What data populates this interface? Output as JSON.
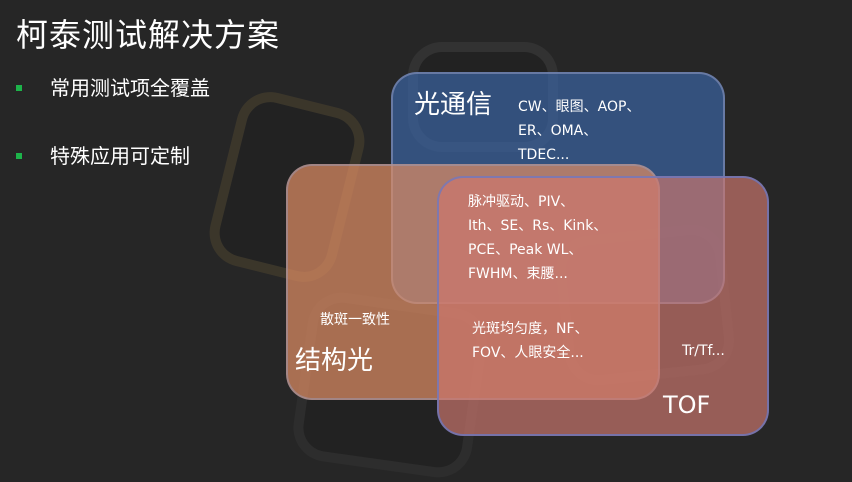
{
  "title": "柯泰测试解决方案",
  "bullets": [
    {
      "text": "常用测试项全覆盖"
    },
    {
      "text": "特殊应用可定制"
    }
  ],
  "panels": {
    "optical_comm": {
      "label": "光通信",
      "items": "CW、眼图、AOP、\nER、OMA、\nTDEC..."
    },
    "overlap_center": {
      "items": "脉冲驱动、PIV、\nIth、SE、Rs、Kink、\nPCE、Peak WL、\nFWHM、束腰..."
    },
    "structured_light": {
      "label": "结构光",
      "items": "散斑一致性"
    },
    "overlap_struct_tof": {
      "items": "光斑均匀度，NF、\nFOV、人眼安全..."
    },
    "tof": {
      "label": "TOF",
      "items": "Tr/Tf..."
    }
  },
  "colors": {
    "background": "#262626",
    "bullet": "#1db34a",
    "optical_comm_fill": "#3a62a0",
    "structured_light_fill": "#dd8c64",
    "tof_fill": "#cd786e"
  }
}
